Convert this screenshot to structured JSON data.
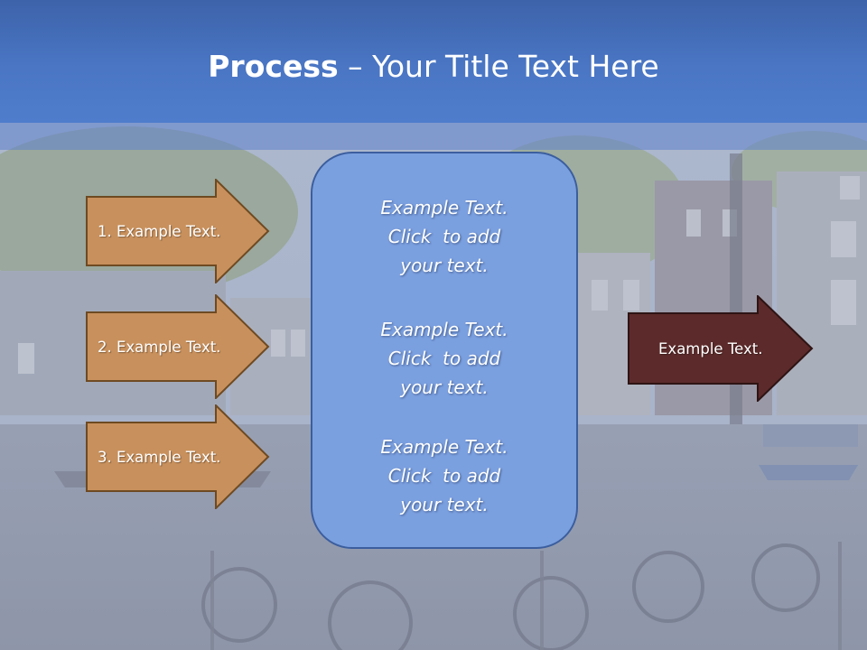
{
  "slide": {
    "title_bold": "Process",
    "title_rest": " – Your Title Text Here",
    "steps": [
      {
        "label": "1. Example Text."
      },
      {
        "label": "2. Example Text."
      },
      {
        "label": "3. Example Text."
      }
    ],
    "center_blocks": [
      {
        "line1": "Example Text.",
        "line2": "Click  to add",
        "line3": "your text."
      },
      {
        "line1": "Example Text.",
        "line2": "Click  to add",
        "line3": "your text."
      },
      {
        "line1": "Example Text.",
        "line2": "Click  to add",
        "line3": "your text."
      }
    ],
    "result": {
      "label": "Example Text."
    }
  },
  "colors": {
    "title_band": "#4a76c4",
    "step_arrow_fill": "#c8905c",
    "step_arrow_border": "#6e4a22",
    "center_panel_fill": "#7ba0e0",
    "center_panel_border": "#3b5e9e",
    "result_arrow_fill": "#5c2a2a"
  }
}
